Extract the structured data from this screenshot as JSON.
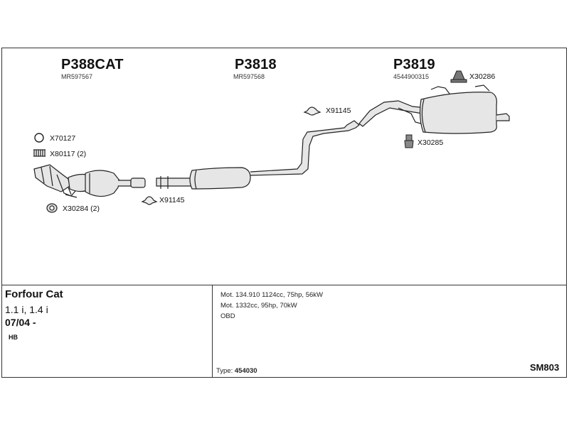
{
  "parts": [
    {
      "code": "P388CAT",
      "ref": "MR597567"
    },
    {
      "code": "P3818",
      "ref": "MR597568"
    },
    {
      "code": "P3819",
      "ref": "4544900315"
    }
  ],
  "callouts": {
    "x70127": "X70127",
    "x80117": "X80117 (2)",
    "x30284": "X30284 (2)",
    "x91145_lower": "X91145",
    "x91145_upper": "X91145",
    "x30286": "X30286",
    "x30285": "X30285"
  },
  "info": {
    "model": "Forfour Cat",
    "engines": "1.1 i, 1.4 i",
    "date": "07/04 -",
    "body": "HB"
  },
  "specs": [
    "Mot. 134.910 1124cc, 75hp, 56kW",
    "Mot. 1332cc, 95hp, 70kW",
    "OBD"
  ],
  "type_label": "Type:",
  "type_value": "454030",
  "system_code": "SM803"
}
